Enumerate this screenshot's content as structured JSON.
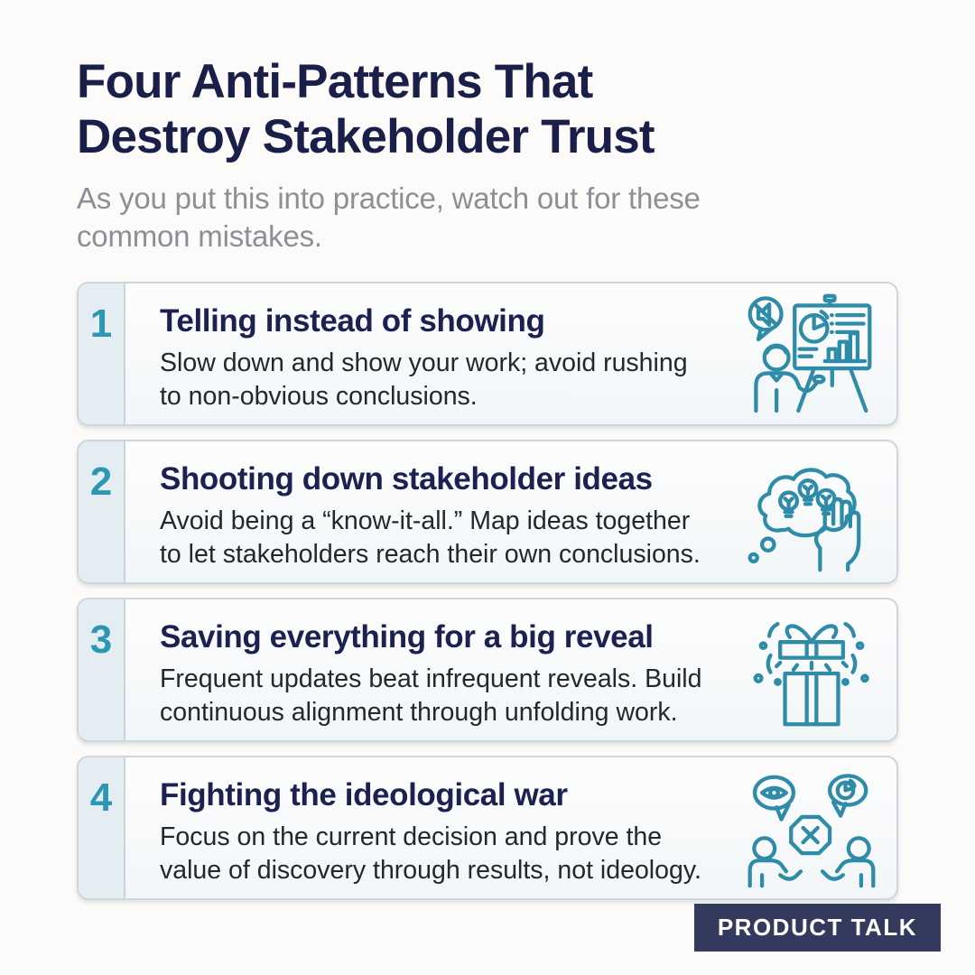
{
  "header": {
    "title": "Four Anti-Patterns That\nDestroy Stakeholder Trust",
    "subtitle": "As you put this into practice, watch out for these\ncommon mistakes."
  },
  "items": [
    {
      "number": "1",
      "title": "Telling instead of showing",
      "body": "Slow down and show your work; avoid rushing\nto non-obvious conclusions.",
      "icon": "muted-megaphone-presentation-icon"
    },
    {
      "number": "2",
      "title": "Shooting down stakeholder ideas",
      "body": "Avoid being a “know-it-all.” Map ideas together\nto let stakeholders reach their own conclusions.",
      "icon": "idea-cloud-stop-hand-icon"
    },
    {
      "number": "3",
      "title": "Saving everything for a big reveal",
      "body": "Frequent updates beat infrequent reveals. Build\ncontinuous alignment through unfolding work.",
      "icon": "surprise-gift-icon"
    },
    {
      "number": "4",
      "title": "Fighting the ideological war",
      "body": "Focus on the current decision and prove the\nvalue of discovery through results, not ideology.",
      "icon": "argument-conflict-icon"
    }
  ],
  "footer": {
    "brand_label": "PRODUCT TALK"
  },
  "colors": {
    "page_bg": "#fcfbf9",
    "heading_navy": "#1a1f49",
    "subtitle_gray": "#8b9097",
    "body_text": "#23272e",
    "number_teal": "#2d96b2",
    "icon_teal": "#2e8ca8",
    "card_border": "#cfd6db",
    "strip_bg": "#e4eef2",
    "badge_bg": "#333a5d",
    "badge_text": "#ffffff"
  }
}
